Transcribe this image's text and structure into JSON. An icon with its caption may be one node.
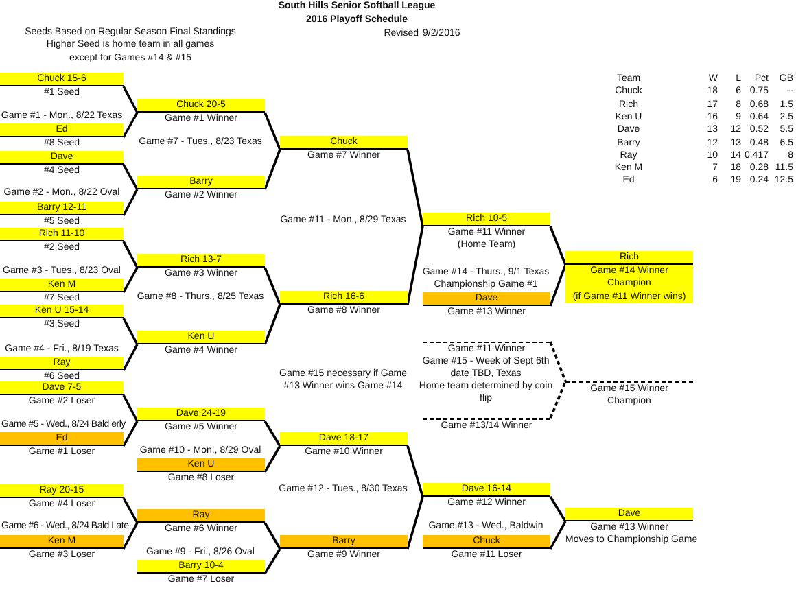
{
  "diagram": {
    "title": "South Hills Senior Softball League",
    "nodes": [
      {
        "text": [
          "Chuck 15-6",
          "#1 Seed"
        ]
      },
      {
        "text": [
          "Ed",
          "#8 Seed"
        ]
      },
      {
        "text": [
          "Dave",
          "#4 Seed"
        ]
      },
      {
        "text": [
          "Barry 12-11",
          "#5 Seed"
        ]
      },
      {
        "text": [
          "Rich 11-10",
          "#2 Seed"
        ]
      },
      {
        "text": [
          "Ken M",
          "#7 Seed"
        ]
      },
      {
        "text": [
          "Ken U 15-14",
          "#3 Seed"
        ]
      },
      {
        "text": [
          "Ray",
          "#6 Seed"
        ]
      },
      {
        "text": [
          "Dave 7-5",
          "Game #2 Loser"
        ]
      },
      {
        "text": [
          "Ed",
          "Game #1 Loser"
        ]
      },
      {
        "text": [
          "Ray 20-15",
          "Game #4 Loser"
        ]
      },
      {
        "text": [
          "Ken M",
          "Game #3 Loser"
        ]
      },
      {
        "text": [
          "Chuck 20-5",
          "Game #1 Winner"
        ]
      },
      {
        "text": [
          "Barry",
          "Game #2 Winner"
        ]
      },
      {
        "text": [
          "Rich 13-7",
          "Game #3 Winner"
        ]
      },
      {
        "text": [
          "Ken U",
          "Game #4 Winner"
        ]
      },
      {
        "text": [
          "Dave 24-19",
          "Game #5 Winner"
        ]
      },
      {
        "text": [
          "Ken U",
          "Game #8 Loser"
        ]
      },
      {
        "text": [
          "Ray",
          "Game #6 Winner"
        ]
      },
      {
        "text": [
          "Barry 10-4",
          "Game #7 Loser"
        ]
      },
      {
        "text": [
          "Chuck",
          "Game #7 Winner"
        ]
      },
      {
        "text": [
          "Rich 16-6",
          "Game #8 Winner"
        ]
      },
      {
        "text": [
          "Dave 18-17",
          "Game #10 Winner"
        ]
      },
      {
        "text": [
          "Barry",
          "Game #9 Winner"
        ]
      },
      {
        "text": [
          "Rich 10-5",
          "Game #11 Winner",
          "(Home Team)"
        ]
      },
      {
        "text": [
          "Dave",
          "Game #13 Winner"
        ]
      },
      {
        "text": [
          "Game #11 Winner"
        ]
      },
      {
        "text": [
          "Game #13/14 Winner"
        ]
      },
      {
        "text": [
          "Dave 16-14",
          "Game #12 Winner"
        ]
      },
      {
        "text": [
          "Chuck",
          "Game #11 Loser"
        ]
      },
      {
        "text": [
          "Rich",
          "Game #14 Winner",
          "Champion",
          "(if Game #11 Winner wins)"
        ]
      },
      {
        "text": [
          "Game #15 Winner",
          "Champion"
        ]
      },
      {
        "text": [
          "Dave",
          "Game #13 Winner",
          "Moves to Championship Game"
        ]
      }
    ],
    "edges": [
      {
        "from": 0,
        "to": 12,
        "arrow": "none"
      },
      {
        "from": 1,
        "to": 12,
        "arrow": "none"
      },
      {
        "from": 2,
        "to": 13,
        "arrow": "none"
      },
      {
        "from": 3,
        "to": 13,
        "arrow": "none"
      },
      {
        "from": 4,
        "to": 14,
        "arrow": "none"
      },
      {
        "from": 5,
        "to": 14,
        "arrow": "none"
      },
      {
        "from": 6,
        "to": 15,
        "arrow": "none"
      },
      {
        "from": 7,
        "to": 15,
        "arrow": "none"
      },
      {
        "from": 8,
        "to": 16,
        "arrow": "none"
      },
      {
        "from": 9,
        "to": 16,
        "arrow": "none"
      },
      {
        "from": 10,
        "to": 18,
        "arrow": "none"
      },
      {
        "from": 11,
        "to": 18,
        "arrow": "none"
      },
      {
        "from": 12,
        "to": 20,
        "arrow": "none"
      },
      {
        "from": 13,
        "to": 20,
        "arrow": "none"
      },
      {
        "from": 14,
        "to": 21,
        "arrow": "none"
      },
      {
        "from": 15,
        "to": 21,
        "arrow": "none"
      },
      {
        "from": 16,
        "to": 22,
        "arrow": "none"
      },
      {
        "from": 17,
        "to": 22,
        "arrow": "none"
      },
      {
        "from": 18,
        "to": 23,
        "arrow": "none"
      },
      {
        "from": 19,
        "to": 23,
        "arrow": "none"
      },
      {
        "from": 20,
        "to": 24,
        "arrow": "none"
      },
      {
        "from": 21,
        "to": 24,
        "arrow": "none"
      },
      {
        "from": 22,
        "to": 28,
        "arrow": "none"
      },
      {
        "from": 23,
        "to": 28,
        "arrow": "none"
      },
      {
        "from": 24,
        "to": 30,
        "arrow": "none"
      },
      {
        "from": 25,
        "to": 30,
        "arrow": "none"
      },
      {
        "from": 26,
        "to": 31,
        "arrow": "none",
        "style": "dashed"
      },
      {
        "from": 27,
        "to": 31,
        "arrow": "none",
        "style": "dashed"
      },
      {
        "from": 28,
        "to": 32,
        "arrow": "none"
      },
      {
        "from": 29,
        "to": 32,
        "arrow": "none"
      }
    ],
    "labels": [
      "2016 Playoff Schedule",
      "Seeds Based on Regular Season Final Standings",
      "Higher Seed is home team in all games",
      "except for Games #14 & #15",
      "Revised",
      "9/2/2016",
      "Game #1 - Mon., 8/22 Texas",
      "Game #7 - Tues., 8/23 Texas",
      "Game #2 - Mon., 8/22 Oval",
      "Game #11 - Mon., 8/29 Texas",
      "Game #3 - Tues., 8/23 Oval",
      "Game #8 - Thurs., 8/25 Texas",
      "Game #14 - Thurs., 9/1 Texas",
      "Championship Game #1",
      "Game #4 - Fri., 8/19 Texas",
      "Game #15 necessary if Game #13 Winner wins Game #14",
      "Game #15 - Week of Sept 6th date TBD, Texas",
      "Home team determined by coin flip",
      "Game #5 - Wed., 8/24 Bald erly",
      "Game #10 - Mon., 8/29 Oval",
      "Game #12 - Tues., 8/30 Texas",
      "Game #6 - Wed., 8/24 Bald Late",
      "Game #13 - Wed., Baldwin",
      "Game #9 - Fri., 8/26 Oval",
      "Team",
      "W",
      "L",
      "Pct",
      "GB",
      "Chuck",
      "18",
      "6",
      "0.75",
      "--",
      "Rich",
      "17",
      "8",
      "0.68",
      "1.5",
      "Ken U",
      "16",
      "9",
      "0.64",
      "2.5",
      "Dave",
      "13",
      "12",
      "0.52",
      "5.5",
      "Barry",
      "12",
      "13",
      "0.48",
      "6.5",
      "Ray",
      "10",
      "14",
      "0.417",
      "8",
      "Ken M",
      "7",
      "18",
      "0.28",
      "11.5",
      "Ed",
      "6",
      "19",
      "0.24",
      "12.5"
    ]
  }
}
